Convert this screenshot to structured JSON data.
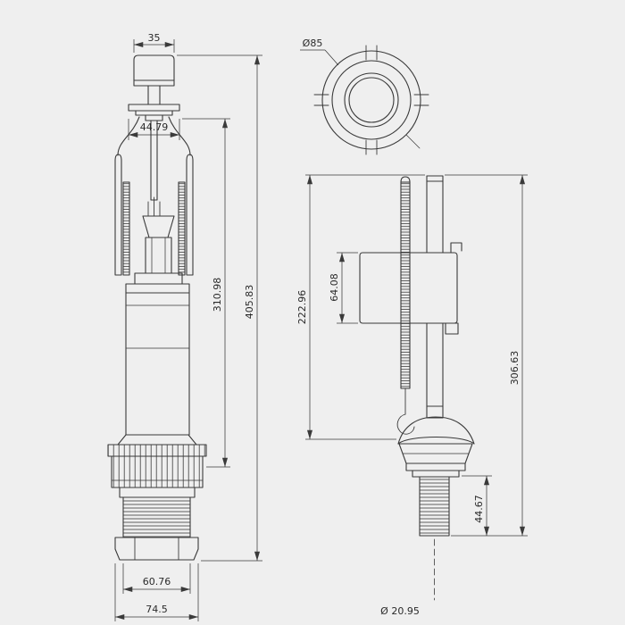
{
  "canvas": {
    "background": "#efefef",
    "line_color": "#3a3a3a",
    "text_color": "#2a2a2a"
  },
  "flush_valve": {
    "dim_button_width": "35",
    "dim_flange_width": "44.79",
    "dim_body_height": "310.98",
    "dim_total_height": "405.83",
    "dim_thread_width": "60.76",
    "dim_base_width": "74.5"
  },
  "top_view": {
    "dim_outer_diameter": "Ø85"
  },
  "fill_valve": {
    "dim_valve_height": "222.96",
    "dim_float_height": "64.08",
    "dim_overall_height": "306.63",
    "dim_shank_length": "44.67",
    "dim_shank_diameter": "Ø 20.95"
  }
}
